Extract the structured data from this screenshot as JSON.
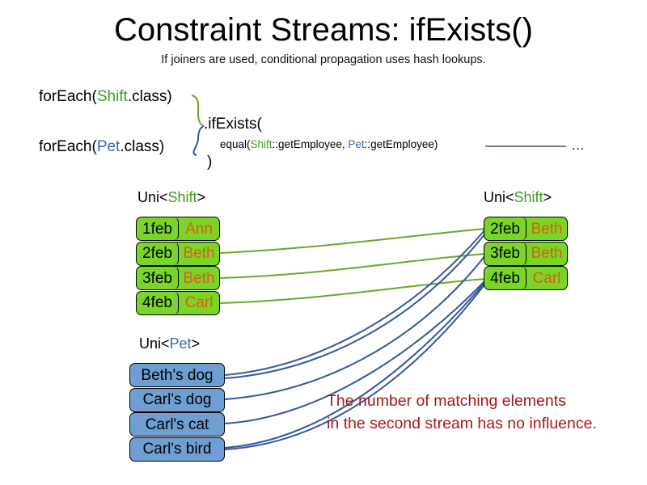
{
  "header": {
    "title": "Constraint Streams: ifExists()",
    "subtitle": "If joiners are used, conditional propagation uses hash lookups."
  },
  "code": {
    "foreach_shift": {
      "prefix": "forEach(",
      "type": "Shift",
      "suffix": ".class)"
    },
    "foreach_pet": {
      "prefix": "forEach(",
      "type": "Pet",
      "suffix": ".class)"
    },
    "ifexists_label": ".ifExists(",
    "equal": {
      "prefix": "equal(",
      "left_type": "Shift",
      "left_method": "::getEmployee, ",
      "right_type": "Pet",
      "right_method": "::getEmployee)"
    },
    "close_paren": ")",
    "ellipsis": "…"
  },
  "streams": {
    "left_shift": {
      "label_prefix": "Uni<",
      "label_type": "Shift",
      "label_suffix": ">",
      "columns": [
        "date",
        "employee"
      ],
      "rows": [
        {
          "date": "1feb",
          "employee": "Ann"
        },
        {
          "date": "2feb",
          "employee": "Beth"
        },
        {
          "date": "3feb",
          "employee": "Beth"
        },
        {
          "date": "4feb",
          "employee": "Carl"
        }
      ]
    },
    "right_shift": {
      "label_prefix": "Uni<",
      "label_type": "Shift",
      "label_suffix": ">",
      "columns": [
        "date",
        "employee"
      ],
      "rows": [
        {
          "date": "2feb",
          "employee": "Beth"
        },
        {
          "date": "3feb",
          "employee": "Beth"
        },
        {
          "date": "4feb",
          "employee": "Carl"
        }
      ]
    },
    "pet": {
      "label_prefix": "Uni<",
      "label_type": "Pet",
      "label_suffix": ">",
      "rows": [
        {
          "name": "Beth's dog"
        },
        {
          "name": "Carl's dog"
        },
        {
          "name": "Carl's cat"
        },
        {
          "name": "Carl's bird"
        }
      ]
    }
  },
  "caption": {
    "line1": "The number of matching elements",
    "line2": "in the second stream has no influence."
  },
  "colors": {
    "shift_green": "#3f9c1c",
    "pet_blue": "#3a67b1",
    "box_green_fill": "#79d628",
    "box_blue_fill": "#6f9ed3",
    "value_orange": "#e05a10",
    "caption_red": "#a81818",
    "connector_green": "#6aa828",
    "connector_blue": "#32589c",
    "rule_purple": "#5b4468"
  }
}
